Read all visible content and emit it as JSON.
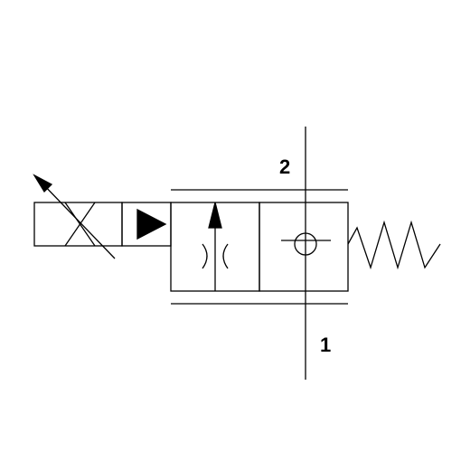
{
  "diagram": {
    "type": "hydraulic-valve-schematic",
    "ports": {
      "top_label": "2",
      "bottom_label": "1"
    },
    "colors": {
      "stroke": "#000000",
      "background": "#ffffff"
    }
  }
}
